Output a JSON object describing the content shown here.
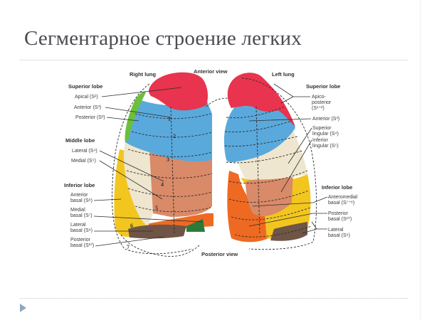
{
  "slide": {
    "title": "Сегментарное строение легких"
  },
  "diagram": {
    "view_labels": {
      "anterior": "Anterior view",
      "posterior": "Posterior view"
    },
    "right_lung": {
      "title": "Right lung",
      "superior_lobe": {
        "header": "Superior lobe",
        "segments": [
          "Apical (S¹)",
          "Anterior (S³)",
          "Posterior (S²)"
        ]
      },
      "middle_lobe": {
        "header": "Middle lobe",
        "segments": [
          "Lateral (S⁴)",
          "Medial (S⁵)"
        ]
      },
      "inferior_lobe": {
        "header": "Inferior lobe",
        "segments": [
          {
            "line1": "Anterior",
            "line2": "basal (S⁸)"
          },
          {
            "line1": "Medial",
            "line2": "basal (S⁷)"
          },
          {
            "line1": "Lateral",
            "line2": "basal (S⁹)"
          },
          {
            "line1": "Posterior",
            "line2": "basal (S¹⁰)"
          }
        ]
      },
      "segment_numbers": [
        "1",
        "2",
        "3",
        "4",
        "5",
        "6",
        "7"
      ]
    },
    "left_lung": {
      "title": "Left lung",
      "superior_lobe": {
        "header": "Superior lobe",
        "segments": [
          {
            "line1": "Apico-",
            "line2": "posterior",
            "line3": "(S¹⁺²)"
          },
          {
            "line1": "Anterior (S³)"
          },
          {
            "line1": "Superior",
            "line2": "lingular (S⁴)"
          },
          {
            "line1": "Inferior",
            "line2": "lingular (S⁵)"
          }
        ]
      },
      "inferior_lobe": {
        "header": "Inferior lobe",
        "segments": [
          {
            "line1": "Anteromedial",
            "line2": "basal (S⁷⁺⁸)"
          },
          {
            "line1": "Posterior",
            "line2": "basal (S¹⁰)"
          },
          {
            "line1": "Lateral",
            "line2": "basal (S⁹)"
          }
        ]
      }
    },
    "colors": {
      "apical_red": "#e8344f",
      "anterior_blue": "#5aa9dc",
      "posterior_green": "#6cbf3a",
      "middle_cream": "#efe6cf",
      "salmon": "#d98a68",
      "yellow": "#f2c61f",
      "orange": "#ee6a22",
      "brown": "#6e5546",
      "dark_green": "#2c7a3a"
    }
  },
  "footer": {
    "nav_icon": "play-triangle-icon"
  }
}
